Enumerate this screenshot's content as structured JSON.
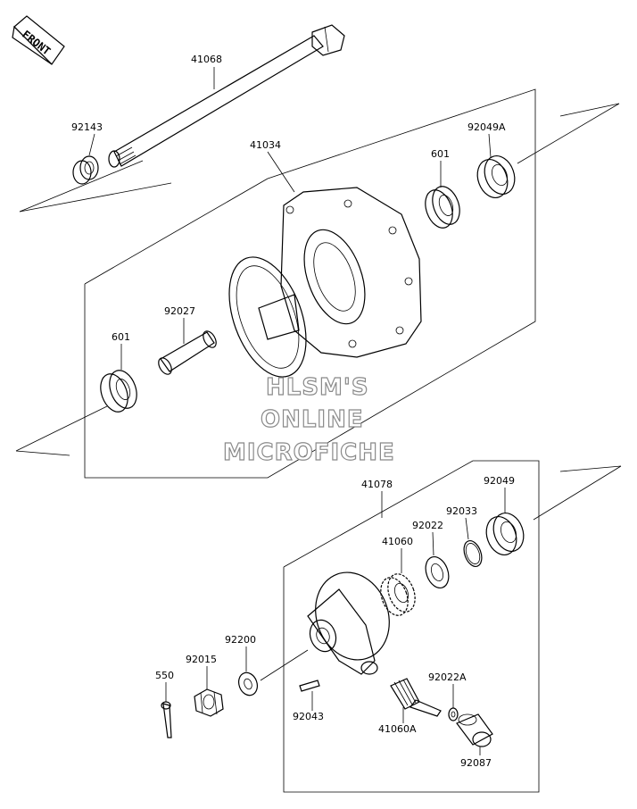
{
  "front_tag": "FRONT",
  "parts": {
    "axle": "41068",
    "collar": "92143",
    "hub": "41034",
    "bearing_right": "601",
    "seal_right": "92049A",
    "spacer": "92027",
    "bearing_left": "601",
    "gearbox": "41078",
    "seal_lower": "92049",
    "ring": "92033",
    "washer_gear": "92022",
    "drive_gear": "41060",
    "washer_axle": "92200",
    "nut": "92015",
    "cotter_pin": "550",
    "pin": "92043",
    "pinion": "41060A",
    "washer_pinion": "92022A",
    "bushing": "92087"
  },
  "watermark": {
    "line1": "HLSM'S",
    "line2": "ONLINE",
    "line3": "MICROFICHE"
  }
}
